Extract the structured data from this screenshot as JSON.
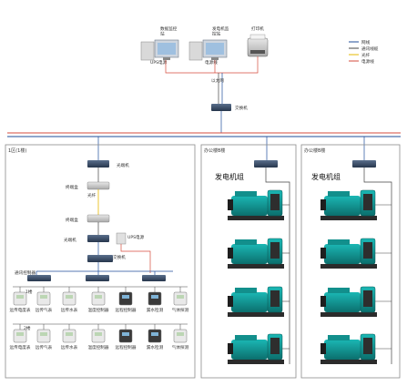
{
  "legend": {
    "items": [
      {
        "label": "网线",
        "color": "#1f4e9a"
      },
      {
        "label": "通讯线缆",
        "color": "#444444"
      },
      {
        "label": "光纤",
        "color": "#e6b800"
      },
      {
        "label": "电源线",
        "color": "#d64b3c"
      }
    ]
  },
  "top": {
    "monitor_left": "数据监控\n站",
    "monitor_right": "发电机监\n控站",
    "printer": "打印机",
    "ups_left": "UPS电源",
    "power_right": "电源线",
    "ethernet": "以太网",
    "switch": "交换机"
  },
  "zones": {
    "left_title": "1区(1楼)",
    "mid_title": "办公楼B楼",
    "right_title": "办公楼B楼",
    "genset_title_mid": "发电机组",
    "genset_title_right": "发电机组"
  },
  "left": {
    "optic": "光端机",
    "terminal1": "终端盒",
    "fiber": "光纤",
    "terminal2": "终端盒",
    "optic2": "光端机",
    "ups": "UPS电源",
    "switch2": "交换机",
    "comm_ctrl": "通讯控制器",
    "floor1": "1楼",
    "floor2": "2楼",
    "dev_row1": [
      "远传电度表",
      "远传气表",
      "远传水表",
      "温度控制器",
      "远程控制器",
      "漏水检测",
      "气体探测"
    ],
    "dev_row2": [
      "远传电度表",
      "远传气表",
      "远传水表",
      "温度控制器",
      "远程控制器",
      "漏水检测",
      "气体探测"
    ]
  }
}
